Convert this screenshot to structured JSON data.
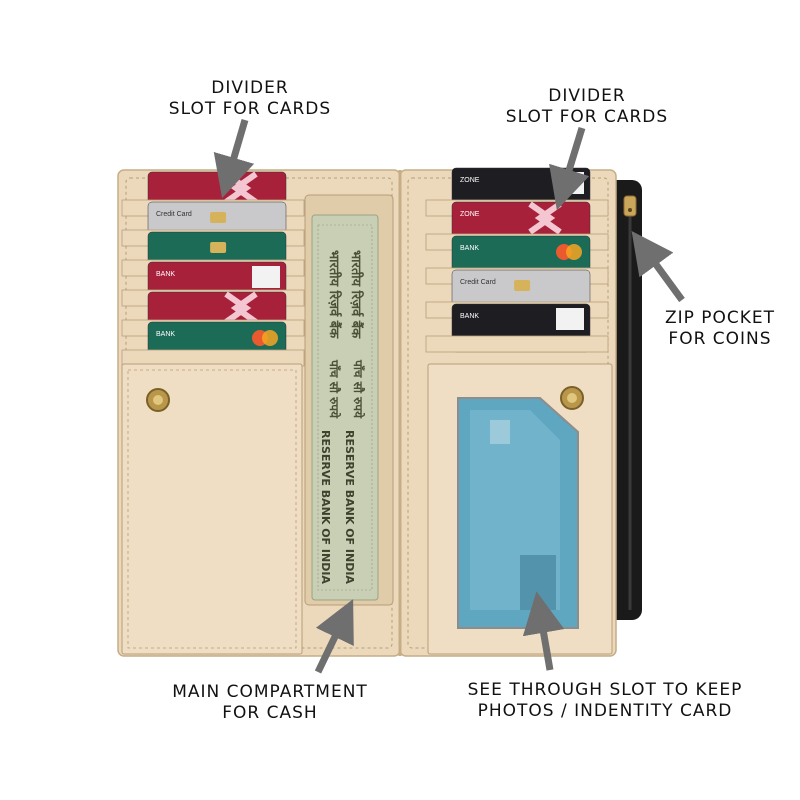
{
  "callouts": {
    "divider_left": {
      "line1": "DIVIDER",
      "line2": "SLOT FOR CARDS"
    },
    "divider_right": {
      "line1": "DIVIDER",
      "line2": "SLOT FOR CARDS"
    },
    "zip_pocket": {
      "line1": "ZIP POCKET",
      "line2": "FOR COINS"
    },
    "main_compartment": {
      "line1": "MAIN COMPARTMENT",
      "line2": "FOR CASH"
    },
    "see_through": {
      "line1": "SEE THROUGH SLOT TO KEEP",
      "line2": "PHOTOS / INDENTITY CARD"
    }
  },
  "cards_left": [
    {
      "text": "",
      "color": "#a8213a",
      "accent": "pink-x"
    },
    {
      "text": "Credit Card",
      "color": "#c9c9cc",
      "accent": "chip"
    },
    {
      "text": "",
      "color": "#1b6b57",
      "accent": "chip"
    },
    {
      "text": "BANK",
      "color": "#a8213a",
      "accent": "visa"
    },
    {
      "text": "",
      "color": "#a8213a",
      "accent": "pink-x"
    },
    {
      "text": "BANK",
      "color": "#1b6b57",
      "accent": "mastercard"
    }
  ],
  "cards_right": [
    {
      "text": "ZONE",
      "color": "#1d1d22",
      "accent": "visa"
    },
    {
      "text": "ZONE",
      "color": "#a8213a",
      "accent": "pink-x"
    },
    {
      "text": "BANK",
      "color": "#1b6b57",
      "accent": "mastercard"
    },
    {
      "text": "Credit Card",
      "color": "#c9c9cc",
      "accent": "chip"
    },
    {
      "text": "BANK",
      "color": "#1d1d22",
      "accent": "visa"
    }
  ],
  "banknote": {
    "hindi_1": "भारतीय रिज़र्व बैंक",
    "hindi_2": "पाँच सौ रुपये",
    "english": "RESERVE BANK OF INDIA"
  },
  "colors": {
    "leather": "#ecd9bc",
    "leather_dark": "#d9c3a1",
    "stitch": "#b79d78",
    "wallet_back": "#1a1a1a",
    "id_card": "#5fa6c0",
    "arrow": "#6f6f6f"
  }
}
